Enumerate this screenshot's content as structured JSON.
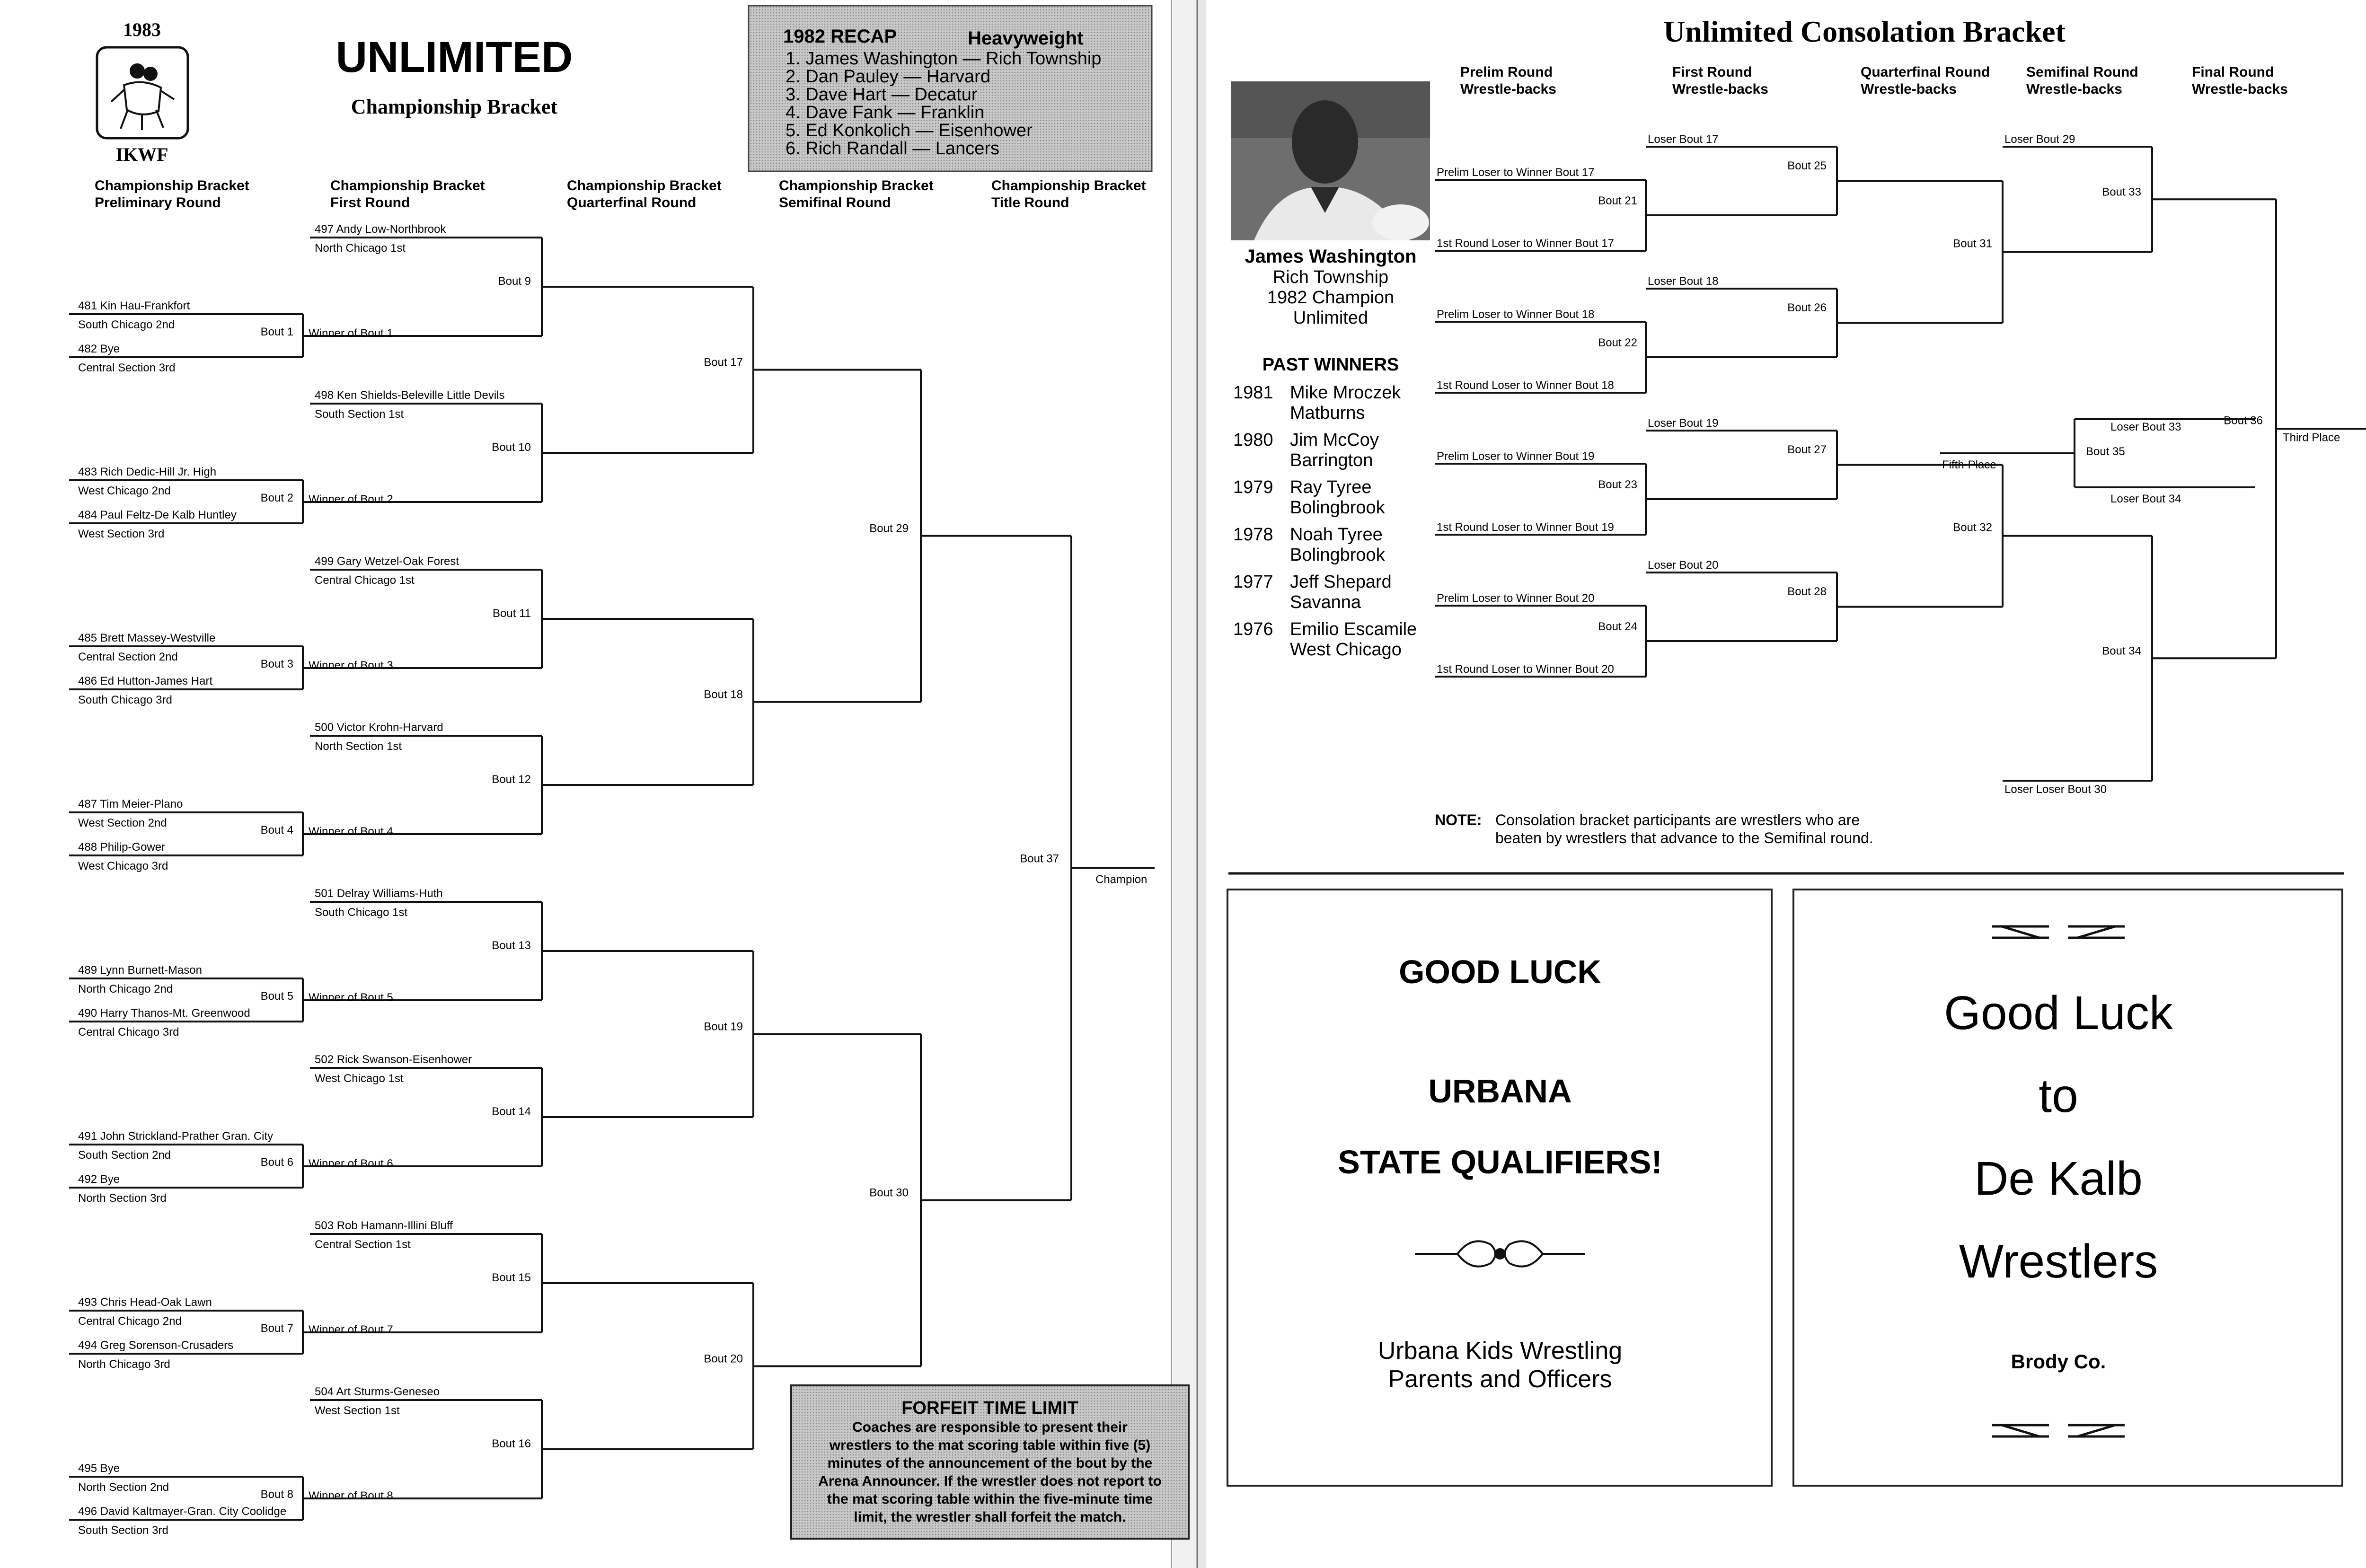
{
  "left": {
    "year": "1983",
    "org": "IKWF",
    "title": "UNLIMITED",
    "subtitle": "Championship Bracket",
    "recap": {
      "heading": "1982 RECAP",
      "weight": "Heavyweight",
      "lines": [
        "1.  James Washington — Rich Township",
        "2.  Dan Pauley — Harvard",
        "3.  Dave Hart — Decatur",
        "4.  Dave Fank — Franklin",
        "5.  Ed Konkolich — Eisenhower",
        "6.  Rich Randall — Lancers"
      ]
    },
    "round_headers": [
      [
        "Championship Bracket",
        "Preliminary Round"
      ],
      [
        "Championship Bracket",
        "First Round"
      ],
      [
        "Championship Bracket",
        "Quarterfinal Round"
      ],
      [
        "Championship Bracket",
        "Semifinal Round"
      ],
      [
        "Championship Bracket",
        "Title Round"
      ]
    ],
    "prelim": [
      {
        "top": "481 Kin Hau-Frankfort",
        "top_sub": "South Chicago 2nd",
        "bottom": "482 Bye",
        "bottom_sub": "Central Section 3rd",
        "bout": "Bout 1"
      },
      {
        "top": "483 Rich Dedic-Hill Jr. High",
        "top_sub": "West Chicago 2nd",
        "bottom": "484 Paul Feltz-De Kalb Huntley",
        "bottom_sub": "West Section 3rd",
        "bout": "Bout 2"
      },
      {
        "top": "485 Brett Massey-Westville",
        "top_sub": "Central Section 2nd",
        "bottom": "486 Ed Hutton-James Hart",
        "bottom_sub": "South Chicago 3rd",
        "bout": "Bout 3"
      },
      {
        "top": "487 Tim Meier-Plano",
        "top_sub": "West Section 2nd",
        "bottom": "488 Philip-Gower",
        "bottom_sub": "West Chicago 3rd",
        "bout": "Bout 4"
      },
      {
        "top": "489 Lynn Burnett-Mason",
        "top_sub": "North Chicago 2nd",
        "bottom": "490 Harry Thanos-Mt. Greenwood",
        "bottom_sub": "Central Chicago 3rd",
        "bout": "Bout 5"
      },
      {
        "top": "491 John Strickland-Prather Gran. City",
        "top_sub": "South Section 2nd",
        "bottom": "492 Bye",
        "bottom_sub": "North Section 3rd",
        "bout": "Bout 6"
      },
      {
        "top": "493 Chris Head-Oak Lawn",
        "top_sub": "Central Chicago 2nd",
        "bottom": "494 Greg Sorenson-Crusaders",
        "bottom_sub": "North Chicago 3rd",
        "bout": "Bout 7"
      },
      {
        "top": "495 Bye",
        "top_sub": "North Section 2nd",
        "bottom": "496 David Kaltmayer-Gran. City Coolidge",
        "bottom_sub": "South Section 3rd",
        "bout": "Bout 8"
      }
    ],
    "first_round": [
      {
        "name": "497 Andy Low-Northbrook",
        "sub": "North Chicago 1st",
        "winner": "Winner of Bout 1",
        "bout": "Bout  9"
      },
      {
        "name": "498 Ken Shields-Beleville Little Devils",
        "sub": "South Section 1st",
        "winner": "Winner of Bout 2",
        "bout": "Bout 10"
      },
      {
        "name": "499 Gary Wetzel-Oak Forest",
        "sub": "Central Chicago 1st",
        "winner": "Winner of Bout 3",
        "bout": "Bout 11"
      },
      {
        "name": "500 Victor Krohn-Harvard",
        "sub": "North Section 1st",
        "winner": "Winner of Bout 4",
        "bout": "Bout 12"
      },
      {
        "name": "501 Delray Williams-Huth",
        "sub": "South Chicago 1st",
        "winner": "Winner of Bout 5",
        "bout": "Bout 13"
      },
      {
        "name": "502 Rick Swanson-Eisenhower",
        "sub": "West Chicago 1st",
        "winner": "Winner of Bout 6",
        "bout": "Bout 14"
      },
      {
        "name": "503 Rob Hamann-Illini Bluff",
        "sub": "Central Section 1st",
        "winner": "Winner of Bout 7",
        "bout": "Bout 15"
      },
      {
        "name": "504 Art Sturms-Geneseo",
        "sub": "West Section 1st",
        "winner": "Winner of Bout 8",
        "bout": "Bout 16"
      }
    ],
    "quarter_bouts": [
      "Bout 17",
      "Bout 18",
      "Bout 19",
      "Bout 20"
    ],
    "semi_bouts": [
      "Bout 29",
      "Bout 30"
    ],
    "title_bout": "Bout 37",
    "champion": "Champion",
    "forfeit": {
      "heading": "FORFEIT TIME LIMIT",
      "lines": [
        "Coaches are responsible to present their",
        "wrestlers to the mat scoring table within five (5)",
        "minutes of the announcement of the bout by the",
        "Arena Announcer. If the wrestler does not report to",
        "the mat scoring table within the five-minute time",
        "limit, the wrestler shall forfeit the match."
      ]
    }
  },
  "right": {
    "title": "Unlimited Consolation Bracket",
    "round_headers": [
      [
        "Prelim Round",
        "Wrestle-backs"
      ],
      [
        "First Round",
        "Wrestle-backs"
      ],
      [
        "Quarterfinal Round",
        "Wrestle-backs"
      ],
      [
        "Semifinal Round",
        "Wrestle-backs"
      ],
      [
        "Final Round",
        "Wrestle-backs"
      ]
    ],
    "champion": {
      "name": "James Washington",
      "school": "Rich Township",
      "title": "1982 Champion",
      "weight": "Unlimited"
    },
    "past_winners_heading": "PAST WINNERS",
    "past_winners": [
      {
        "year": "1981",
        "name": "Mike Mroczek",
        "school": "Matburns"
      },
      {
        "year": "1980",
        "name": "Jim McCoy",
        "school": "Barrington"
      },
      {
        "year": "1979",
        "name": "Ray Tyree",
        "school": "Bolingbrook"
      },
      {
        "year": "1978",
        "name": "Noah Tyree",
        "school": "Bolingbrook"
      },
      {
        "year": "1977",
        "name": "Jeff Shepard",
        "school": "Savanna"
      },
      {
        "year": "1976",
        "name": "Emilio Escamile",
        "school": "West Chicago"
      }
    ],
    "prelim": [
      {
        "top": "Prelim Loser to Winner Bout 17",
        "bout": "Bout 21",
        "bottom": "1st Round Loser to Winner Bout 17"
      },
      {
        "top": "Prelim Loser to Winner Bout 18",
        "bout": "Bout 22",
        "bottom": "1st Round Loser to Winner Bout 18"
      },
      {
        "top": "Prelim Loser to Winner Bout 19",
        "bout": "Bout 23",
        "bottom": "1st Round Loser to Winner Bout 19"
      },
      {
        "top": "Prelim Loser to Winner Bout 20",
        "bout": "Bout 24",
        "bottom": "1st Round Loser to Winner Bout 20"
      }
    ],
    "first_round": [
      {
        "loser": "Loser Bout 17",
        "bout": "Bout 25"
      },
      {
        "loser": "Loser Bout 18",
        "bout": "Bout 26"
      },
      {
        "loser": "Loser Bout 19",
        "bout": "Bout 27"
      },
      {
        "loser": "Loser Bout 20",
        "bout": "Bout 28"
      }
    ],
    "quarter_bouts": [
      "Bout 31",
      "Bout 32"
    ],
    "semi": [
      {
        "loser": "Loser Bout 29",
        "bout": "Bout 33"
      },
      {
        "loser": "Loser Loser Bout 30",
        "bout": "Bout 34"
      }
    ],
    "fifth": {
      "top": "Loser Bout 33",
      "bottom": "Loser Bout 34",
      "bout": "Bout 35",
      "label": "Fifth-Place"
    },
    "final_bout": "Bout 36",
    "third_place": "Third Place",
    "note_label": "NOTE:",
    "note_lines": [
      "Consolation bracket participants are wrestlers who are",
      "beaten by wrestlers that advance to the Semifinal round."
    ],
    "ad1": {
      "line1": "GOOD LUCK",
      "line2": "URBANA",
      "line3": "STATE QUALIFIERS!",
      "footer1": "Urbana Kids Wrestling",
      "footer2": "Parents and Officers"
    },
    "ad2": {
      "lines": [
        "Good Luck",
        "to",
        "De Kalb",
        "Wrestlers"
      ],
      "sponsor": "Brody Co."
    }
  }
}
